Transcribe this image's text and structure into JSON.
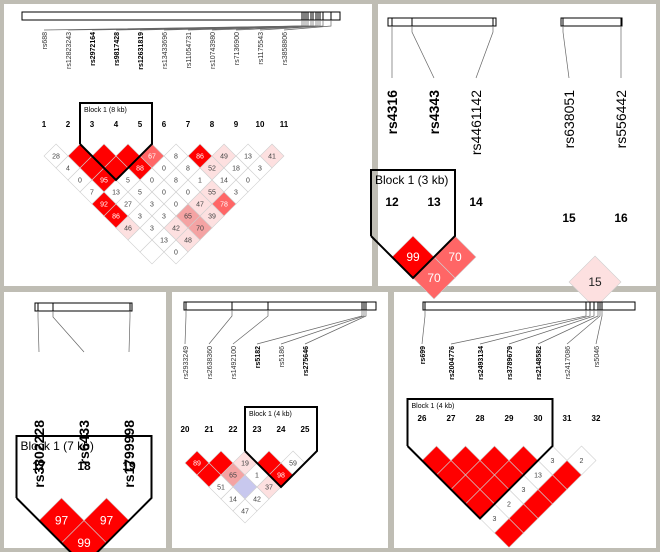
{
  "colors": {
    "strong": "#ff0000",
    "strong_mid": "#ff6666",
    "medium": "#f4a3a3",
    "light": "#fde0e0",
    "white": "#ffffff",
    "blue": "#c8c8ee",
    "frame": "#bfbdb4"
  },
  "panels": {
    "p1": {
      "snps": [
        "rs688",
        "rs12823243",
        "rs2972164",
        "rs9817428",
        "rs12631819",
        "rs13433696",
        "rs11054731",
        "rs10743980",
        "rs7136900",
        "rs1175543",
        "rs3858806"
      ],
      "bold": [
        2,
        3,
        4
      ],
      "indices": [
        "1",
        "2",
        "3",
        "4",
        "5",
        "6",
        "7",
        "8",
        "9",
        "10",
        "11"
      ],
      "block_label": "Block 1 (8 kb)",
      "cells": [
        {
          "i": 1,
          "j": 2,
          "v": "28",
          "c": "white"
        },
        {
          "i": 2,
          "j": 3,
          "v": "",
          "c": "strong"
        },
        {
          "i": 3,
          "j": 4,
          "v": "",
          "c": "strong"
        },
        {
          "i": 4,
          "j": 5,
          "v": "",
          "c": "strong"
        },
        {
          "i": 5,
          "j": 6,
          "v": "67",
          "c": "strong_mid"
        },
        {
          "i": 6,
          "j": 7,
          "v": "8",
          "c": "white"
        },
        {
          "i": 7,
          "j": 8,
          "v": "86",
          "c": "strong"
        },
        {
          "i": 8,
          "j": 9,
          "v": "49",
          "c": "light"
        },
        {
          "i": 9,
          "j": 10,
          "v": "13",
          "c": "white"
        },
        {
          "i": 10,
          "j": 11,
          "v": "41",
          "c": "light"
        },
        {
          "i": 1,
          "j": 3,
          "v": "4",
          "c": "white"
        },
        {
          "i": 2,
          "j": 4,
          "v": "",
          "c": "strong"
        },
        {
          "i": 3,
          "j": 5,
          "v": "",
          "c": "strong"
        },
        {
          "i": 4,
          "j": 6,
          "v": "88",
          "c": "strong"
        },
        {
          "i": 5,
          "j": 7,
          "v": "0",
          "c": "white"
        },
        {
          "i": 6,
          "j": 8,
          "v": "8",
          "c": "white"
        },
        {
          "i": 7,
          "j": 9,
          "v": "52",
          "c": "light"
        },
        {
          "i": 8,
          "j": 10,
          "v": "18",
          "c": "white"
        },
        {
          "i": 9,
          "j": 11,
          "v": "3",
          "c": "white"
        },
        {
          "i": 1,
          "j": 4,
          "v": "0",
          "c": "white"
        },
        {
          "i": 2,
          "j": 5,
          "v": "95",
          "c": "strong"
        },
        {
          "i": 3,
          "j": 6,
          "v": "5",
          "c": "white"
        },
        {
          "i": 4,
          "j": 7,
          "v": "0",
          "c": "white"
        },
        {
          "i": 5,
          "j": 8,
          "v": "8",
          "c": "white"
        },
        {
          "i": 6,
          "j": 9,
          "v": "1",
          "c": "white"
        },
        {
          "i": 7,
          "j": 10,
          "v": "14",
          "c": "white"
        },
        {
          "i": 8,
          "j": 11,
          "v": "0",
          "c": "white"
        },
        {
          "i": 1,
          "j": 5,
          "v": "7",
          "c": "white"
        },
        {
          "i": 2,
          "j": 6,
          "v": "13",
          "c": "white"
        },
        {
          "i": 3,
          "j": 7,
          "v": "5",
          "c": "white"
        },
        {
          "i": 4,
          "j": 8,
          "v": "0",
          "c": "white"
        },
        {
          "i": 5,
          "j": 9,
          "v": "0",
          "c": "white"
        },
        {
          "i": 6,
          "j": 10,
          "v": "55",
          "c": "light"
        },
        {
          "i": 7,
          "j": 11,
          "v": "3",
          "c": "white"
        },
        {
          "i": 1,
          "j": 6,
          "v": "92",
          "c": "strong"
        },
        {
          "i": 2,
          "j": 7,
          "v": "27",
          "c": "white"
        },
        {
          "i": 3,
          "j": 8,
          "v": "3",
          "c": "white"
        },
        {
          "i": 4,
          "j": 9,
          "v": "0",
          "c": "white"
        },
        {
          "i": 5,
          "j": 10,
          "v": "47",
          "c": "light"
        },
        {
          "i": 6,
          "j": 11,
          "v": "78",
          "c": "strong_mid"
        },
        {
          "i": 1,
          "j": 7,
          "v": "86",
          "c": "strong"
        },
        {
          "i": 2,
          "j": 8,
          "v": "3",
          "c": "white"
        },
        {
          "i": 3,
          "j": 9,
          "v": "3",
          "c": "white"
        },
        {
          "i": 4,
          "j": 10,
          "v": "65",
          "c": "medium"
        },
        {
          "i": 5,
          "j": 11,
          "v": "39",
          "c": "light"
        },
        {
          "i": 1,
          "j": 8,
          "v": "46",
          "c": "light"
        },
        {
          "i": 2,
          "j": 9,
          "v": "3",
          "c": "white"
        },
        {
          "i": 3,
          "j": 10,
          "v": "42",
          "c": "light"
        },
        {
          "i": 4,
          "j": 11,
          "v": "70",
          "c": "medium"
        },
        {
          "i": 1,
          "j": 9,
          "v": "",
          "c": "white"
        },
        {
          "i": 2,
          "j": 10,
          "v": "13",
          "c": "white"
        },
        {
          "i": 3,
          "j": 11,
          "v": "48",
          "c": "light"
        },
        {
          "i": 1,
          "j": 10,
          "v": "",
          "c": "white"
        },
        {
          "i": 2,
          "j": 11,
          "v": "0",
          "c": "white"
        }
      ]
    },
    "p2": {
      "snps": [
        "rs4316",
        "rs4343",
        "rs4461142"
      ],
      "bold": [
        0,
        1
      ],
      "indices": [
        "12",
        "13",
        "14"
      ],
      "block_label": "Block 1 (3 kb)",
      "cells": [
        {
          "i": 1,
          "j": 2,
          "v": "99",
          "c": "strong"
        },
        {
          "i": 2,
          "j": 3,
          "v": "70",
          "c": "strong_mid"
        },
        {
          "i": 1,
          "j": 3,
          "v": "70",
          "c": "strong_mid"
        }
      ]
    },
    "p3": {
      "snps": [
        "rs638051",
        "rs556442"
      ],
      "bold": [],
      "indices": [
        "15",
        "16"
      ],
      "cells": [
        {
          "i": 1,
          "j": 2,
          "v": "15",
          "c": "light"
        }
      ]
    },
    "p4": {
      "snps": [
        "rs3802228",
        "rs6433",
        "rs1799998"
      ],
      "bold": [
        0,
        1,
        2
      ],
      "indices": [
        "17",
        "18",
        "19"
      ],
      "block_label": "Block 1 (7 kb)",
      "cells": [
        {
          "i": 1,
          "j": 2,
          "v": "97",
          "c": "strong"
        },
        {
          "i": 2,
          "j": 3,
          "v": "97",
          "c": "strong"
        },
        {
          "i": 1,
          "j": 3,
          "v": "99",
          "c": "strong"
        }
      ]
    },
    "p5": {
      "snps": [
        "rs2933249",
        "rs2638360",
        "rs1492100",
        "rs5182",
        "rs5186",
        "rs275646"
      ],
      "bold": [
        3,
        5
      ],
      "indices": [
        "20",
        "21",
        "22",
        "23",
        "24",
        "25"
      ],
      "block_label": "Block 1 (4 kb)",
      "cells": [
        {
          "i": 1,
          "j": 2,
          "v": "89",
          "c": "strong"
        },
        {
          "i": 2,
          "j": 3,
          "v": "",
          "c": "strong"
        },
        {
          "i": 3,
          "j": 4,
          "v": "19",
          "c": "light"
        },
        {
          "i": 4,
          "j": 5,
          "v": "",
          "c": "strong"
        },
        {
          "i": 5,
          "j": 6,
          "v": "59",
          "c": "white"
        },
        {
          "i": 1,
          "j": 3,
          "v": "",
          "c": "strong"
        },
        {
          "i": 2,
          "j": 4,
          "v": "65",
          "c": "medium"
        },
        {
          "i": 3,
          "j": 5,
          "v": "1",
          "c": "white"
        },
        {
          "i": 4,
          "j": 6,
          "v": "98",
          "c": "strong"
        },
        {
          "i": 1,
          "j": 4,
          "v": "51",
          "c": "white"
        },
        {
          "i": 2,
          "j": 5,
          "v": "",
          "c": "blue"
        },
        {
          "i": 3,
          "j": 6,
          "v": "37",
          "c": "light"
        },
        {
          "i": 1,
          "j": 5,
          "v": "14",
          "c": "white"
        },
        {
          "i": 2,
          "j": 6,
          "v": "42",
          "c": "white"
        },
        {
          "i": 1,
          "j": 6,
          "v": "47",
          "c": "white"
        }
      ]
    },
    "p6": {
      "snps": [
        "rs699",
        "rs2004776",
        "rs2493134",
        "rs3789679",
        "rs2148582",
        "rs2417086",
        "rs5046"
      ],
      "bold": [
        0,
        1,
        2,
        3,
        4
      ],
      "indices": [
        "26",
        "27",
        "28",
        "29",
        "30",
        "31",
        "32"
      ],
      "block_label": "Block 1 (4 kb)",
      "cells": [
        {
          "i": 1,
          "j": 2,
          "v": "",
          "c": "strong"
        },
        {
          "i": 2,
          "j": 3,
          "v": "",
          "c": "strong"
        },
        {
          "i": 3,
          "j": 4,
          "v": "",
          "c": "strong"
        },
        {
          "i": 4,
          "j": 5,
          "v": "",
          "c": "strong"
        },
        {
          "i": 5,
          "j": 6,
          "v": "3",
          "c": "white"
        },
        {
          "i": 6,
          "j": 7,
          "v": "2",
          "c": "white"
        },
        {
          "i": 1,
          "j": 3,
          "v": "",
          "c": "strong"
        },
        {
          "i": 2,
          "j": 4,
          "v": "",
          "c": "strong"
        },
        {
          "i": 3,
          "j": 5,
          "v": "",
          "c": "strong"
        },
        {
          "i": 4,
          "j": 6,
          "v": "13",
          "c": "white"
        },
        {
          "i": 5,
          "j": 7,
          "v": "",
          "c": "strong"
        },
        {
          "i": 1,
          "j": 4,
          "v": "",
          "c": "strong"
        },
        {
          "i": 2,
          "j": 5,
          "v": "",
          "c": "strong"
        },
        {
          "i": 3,
          "j": 6,
          "v": "3",
          "c": "white"
        },
        {
          "i": 4,
          "j": 7,
          "v": "",
          "c": "strong"
        },
        {
          "i": 1,
          "j": 5,
          "v": "",
          "c": "strong"
        },
        {
          "i": 2,
          "j": 6,
          "v": "2",
          "c": "white"
        },
        {
          "i": 3,
          "j": 7,
          "v": "",
          "c": "strong"
        },
        {
          "i": 1,
          "j": 6,
          "v": "3",
          "c": "white"
        },
        {
          "i": 2,
          "j": 7,
          "v": "",
          "c": "strong"
        },
        {
          "i": 1,
          "j": 7,
          "v": "",
          "c": "strong"
        }
      ]
    }
  }
}
